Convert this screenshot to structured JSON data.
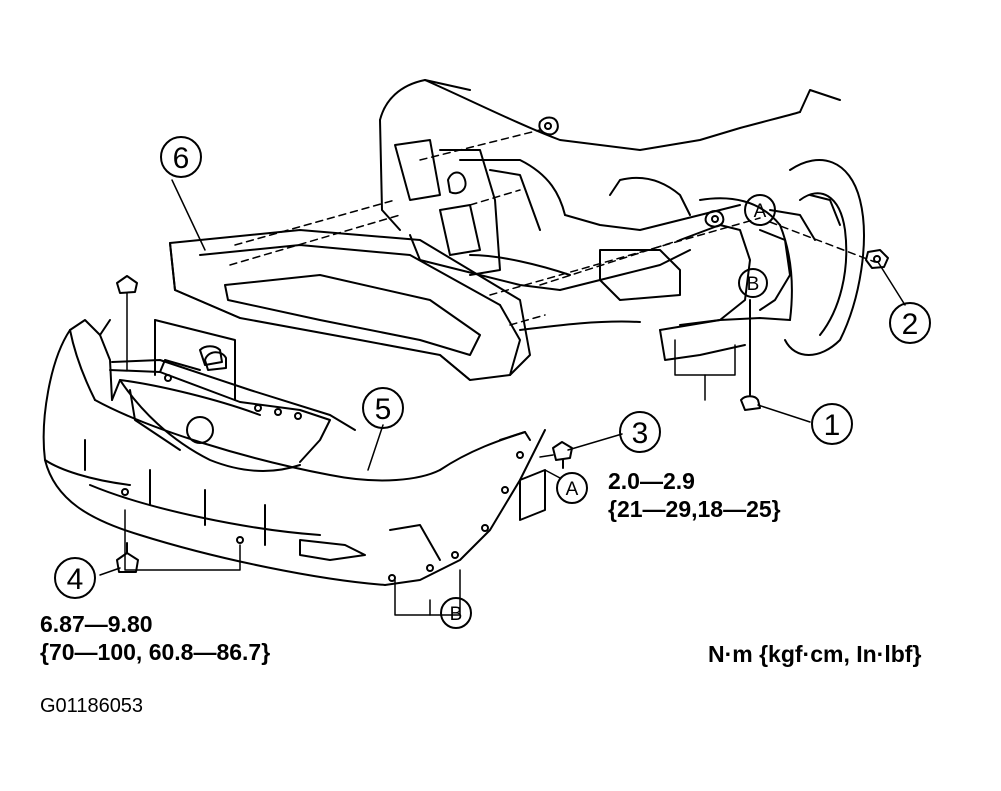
{
  "callouts": [
    "1",
    "2",
    "3",
    "4",
    "5",
    "6"
  ],
  "reference_letters": {
    "a": "A",
    "b": "B"
  },
  "torque_specs": {
    "item3": {
      "nm": "2.0—2.9",
      "alt": "{21—29,18—25}"
    },
    "item4": {
      "nm": "6.87—9.80",
      "alt": "{70—100, 60.8—86.7}"
    }
  },
  "units_note": "N·m {kgf·cm, In·lbf}",
  "figure_id": "G01186053",
  "colors": {
    "line": "#000000",
    "background": "#ffffff"
  }
}
